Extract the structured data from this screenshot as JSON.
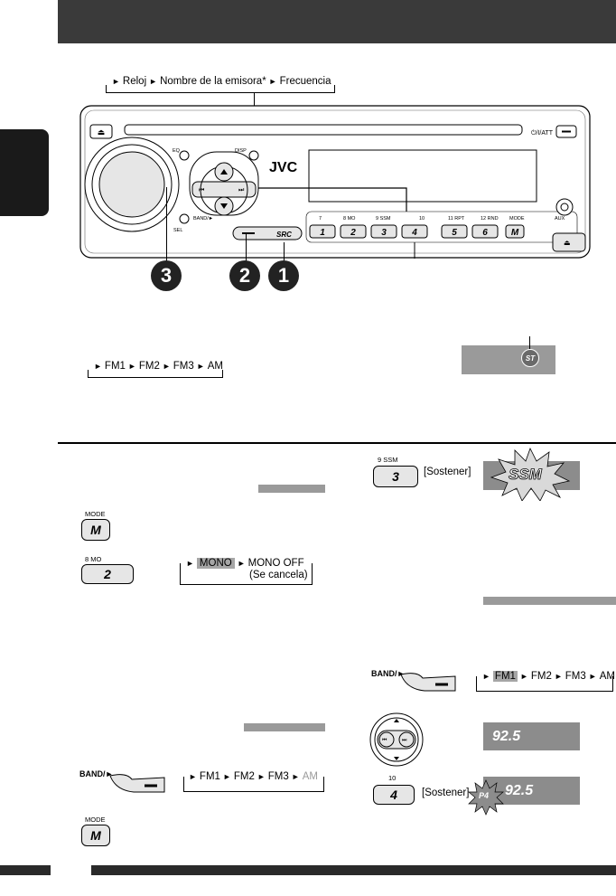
{
  "display_sequence": [
    "Reloj",
    "Nombre de la emisora*",
    "Frecuencia"
  ],
  "radio": {
    "brand": "JVC",
    "buttons": {
      "eject": "▲",
      "disp": "DISP",
      "power": "⏻/I/ATT",
      "eq": "EQ",
      "sel": "SEL",
      "band": "BAND/►",
      "src": "SRC",
      "mode": "MODE",
      "aux": "AUX",
      "presets": [
        {
          "num": "1",
          "label": "7"
        },
        {
          "num": "2",
          "label": "8  MO"
        },
        {
          "num": "3",
          "label": "9  SSM"
        },
        {
          "num": "4",
          "label": "10"
        },
        {
          "num": "5",
          "label": "11  RPT"
        },
        {
          "num": "6",
          "label": "12  RND"
        }
      ]
    }
  },
  "callouts": [
    "3",
    "2",
    "1"
  ],
  "band_sequence": [
    "FM1",
    "FM2",
    "FM3",
    "AM"
  ],
  "st_indicator": "ST",
  "mono": {
    "mode_key": {
      "top": "MODE",
      "face": "M"
    },
    "key2": {
      "top": "8  MO",
      "face": "2"
    },
    "seq": [
      "MONO",
      "MONO OFF"
    ],
    "cancel": "(Se cancela)"
  },
  "band_key_label": "BAND/►",
  "band_sequence_am_dim": [
    "FM1",
    "FM2",
    "FM3",
    "AM"
  ],
  "ssm": {
    "key": {
      "top": "9  SSM",
      "face": "3"
    },
    "hold": "[Sostener]",
    "display": "SSM"
  },
  "right_band_sequence": [
    "FM1",
    "FM2",
    "FM3",
    "AM"
  ],
  "freq": "92.5",
  "preset_store": {
    "key": {
      "top": "10",
      "face": "4"
    },
    "hold": "[Sostener]",
    "badge": "P4",
    "display": "92.5"
  },
  "colors": {
    "dark": "#3a3a3a",
    "lcd": "#8c8c8c",
    "highlight": "#a6a6a6"
  }
}
